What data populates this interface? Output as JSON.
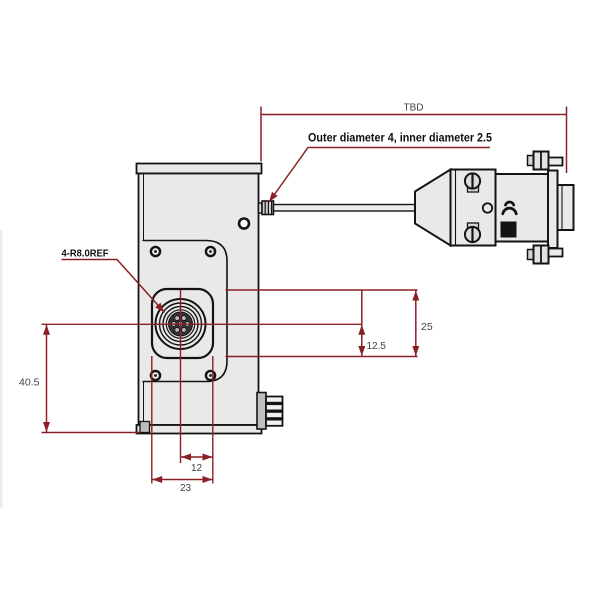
{
  "meta": {
    "type": "technical-drawing",
    "subject": "Dimensioned engineering drawing of a sensor module with M12 circular connector face, side cable and D-sub style plug"
  },
  "labels": {
    "cable_length": "TBD",
    "cable_spec": "Outer diameter 4, inner diameter 2.5",
    "corner_radius": "4-R8.0REF"
  },
  "dimensions": {
    "upper_height": "25",
    "mid_height": "12.5",
    "total_height": "40.5",
    "inner_width": "12",
    "outer_width": "23"
  },
  "colors": {
    "dimension_line": "#8a2025",
    "outline": "#141414",
    "body_fill": "#e9e9e9",
    "dimension_text": "#3f3f46",
    "label_text": "#101014",
    "background": "#ffffff"
  }
}
